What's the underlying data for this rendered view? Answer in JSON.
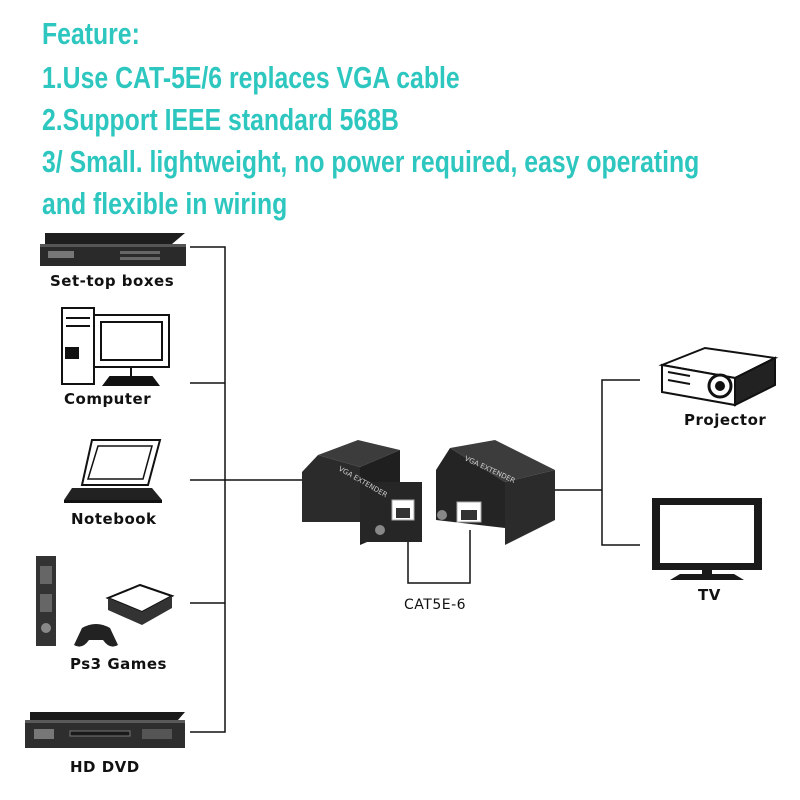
{
  "features": {
    "heading": "Feature:",
    "line1": "1.Use CAT-5E/6 replaces VGA cable",
    "line2": "2.Support IEEE standard 568B",
    "line3": "3/ Small. lightweight, no power required, easy operating",
    "line4": "and flexible in wiring"
  },
  "sources": [
    {
      "label": "Set-top boxes",
      "icon": "set-top-box-icon"
    },
    {
      "label": "Computer",
      "icon": "computer-icon"
    },
    {
      "label": "Notebook",
      "icon": "notebook-icon"
    },
    {
      "label": "Ps3 Games",
      "icon": "game-console-icon"
    },
    {
      "label": "HD DVD",
      "icon": "dvd-player-icon"
    }
  ],
  "outputs": [
    {
      "label": "Projector",
      "icon": "projector-icon"
    },
    {
      "label": "TV",
      "icon": "tv-icon"
    }
  ],
  "extender": {
    "unit_text": "VGA EXTENDER",
    "cable_label": "CAT5E-6"
  },
  "colors": {
    "heading": "#2ec7c0",
    "line": "#111111",
    "device_body": "#2b2b2b"
  }
}
